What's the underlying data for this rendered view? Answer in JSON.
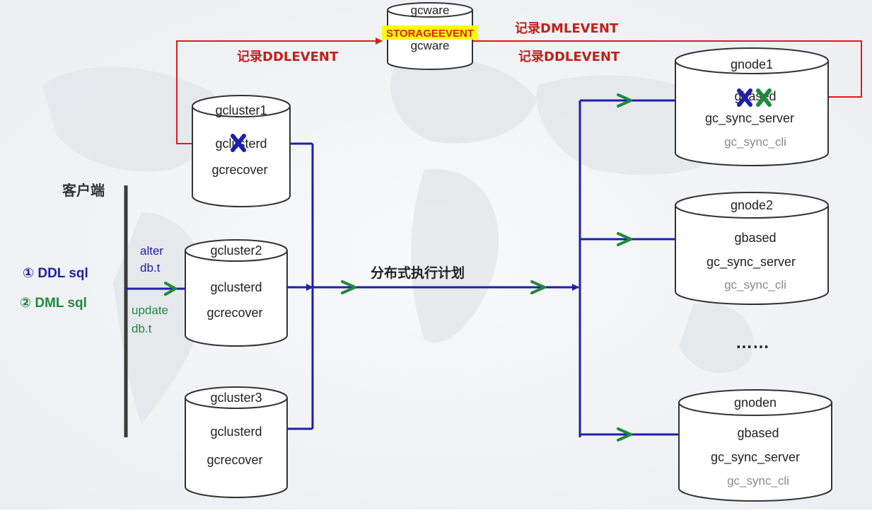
{
  "colors": {
    "blue": "#1f1fa8",
    "green": "#1e8a3e",
    "red": "#e01b1b",
    "darkred": "#c0201a",
    "gray_text": "#8a8a8a",
    "highlight": "#ffff00"
  },
  "gcware": {
    "title": "gcware",
    "badge": "STORAGEEVENT",
    "process": "gcware"
  },
  "events": {
    "ddl_left": "记录DDLEVENT",
    "dml_right": "记录DMLEVENT",
    "ddl_right": "记录DDLEVENT"
  },
  "client": {
    "label": "客户端",
    "ddl": "① DDL sql",
    "dml": "② DML sql",
    "alter_line1": "alter",
    "alter_line2": "db.t",
    "update_line1": "update",
    "update_line2": "db.t"
  },
  "clusters": [
    {
      "title": "gcluster1",
      "proc1": "gclusterd",
      "proc2": "gcrecover"
    },
    {
      "title": "gcluster2",
      "proc1": "gclusterd",
      "proc2": "gcrecover"
    },
    {
      "title": "gcluster3",
      "proc1": "gclusterd",
      "proc2": "gcrecover"
    }
  ],
  "plan_label": "分布式执行计划",
  "nodes": [
    {
      "title": "gnode1",
      "proc1": "gbased",
      "proc2": "gc_sync_server",
      "proc3": "gc_sync_cli"
    },
    {
      "title": "gnode2",
      "proc1": "gbased",
      "proc2": "gc_sync_server",
      "proc3": "gc_sync_cli"
    },
    {
      "title": "gnoden",
      "proc1": "gbased",
      "proc2": "gc_sync_server",
      "proc3": "gc_sync_cli"
    }
  ],
  "ellipsis": "……",
  "icons": [
    "cross-icon",
    "arrow-icon",
    "database-cylinder-icon"
  ]
}
